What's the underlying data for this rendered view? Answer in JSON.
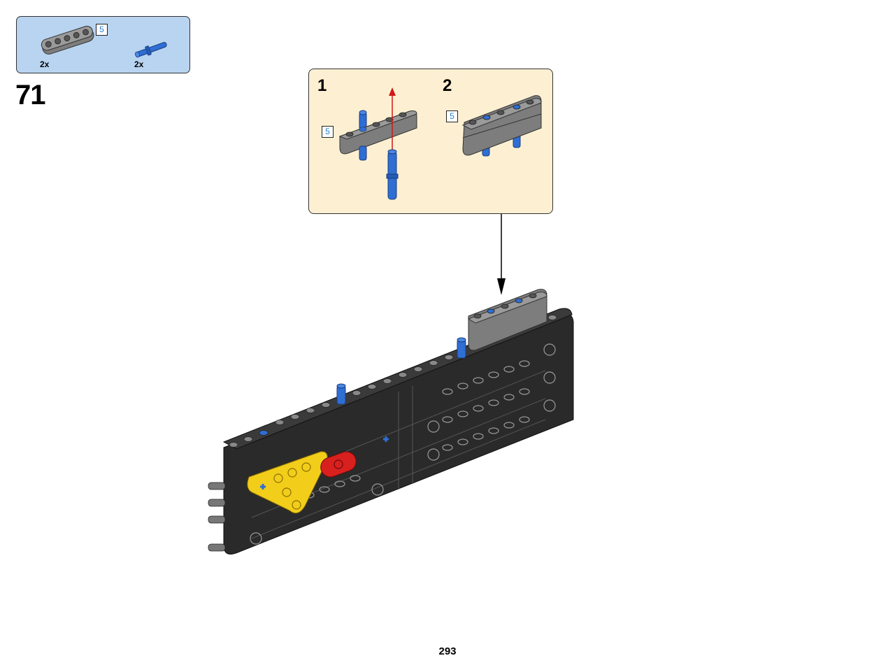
{
  "parts_list": {
    "items": [
      {
        "icon": "grey-beam-5-icon",
        "quantity": "2x",
        "badge": "5"
      },
      {
        "icon": "blue-axle-pin-icon",
        "quantity": "2x"
      }
    ]
  },
  "step": {
    "number": "71"
  },
  "sub_assembly": {
    "substeps": [
      {
        "number": "1",
        "badge": "5"
      },
      {
        "number": "2",
        "badge": "5"
      }
    ]
  },
  "page": {
    "number": "293"
  },
  "colors": {
    "parts_background": "#b8d4f0",
    "subassembly_background": "#fdf0d2",
    "beam_grey": "#7d7d7d",
    "frame_black": "#2a2a2a",
    "pin_blue": "#2f6ed3",
    "part_yellow": "#f2cd1a",
    "part_red": "#d8201e",
    "arrow_red": "#d01818",
    "badge_text_blue": "#2a7fd4"
  }
}
